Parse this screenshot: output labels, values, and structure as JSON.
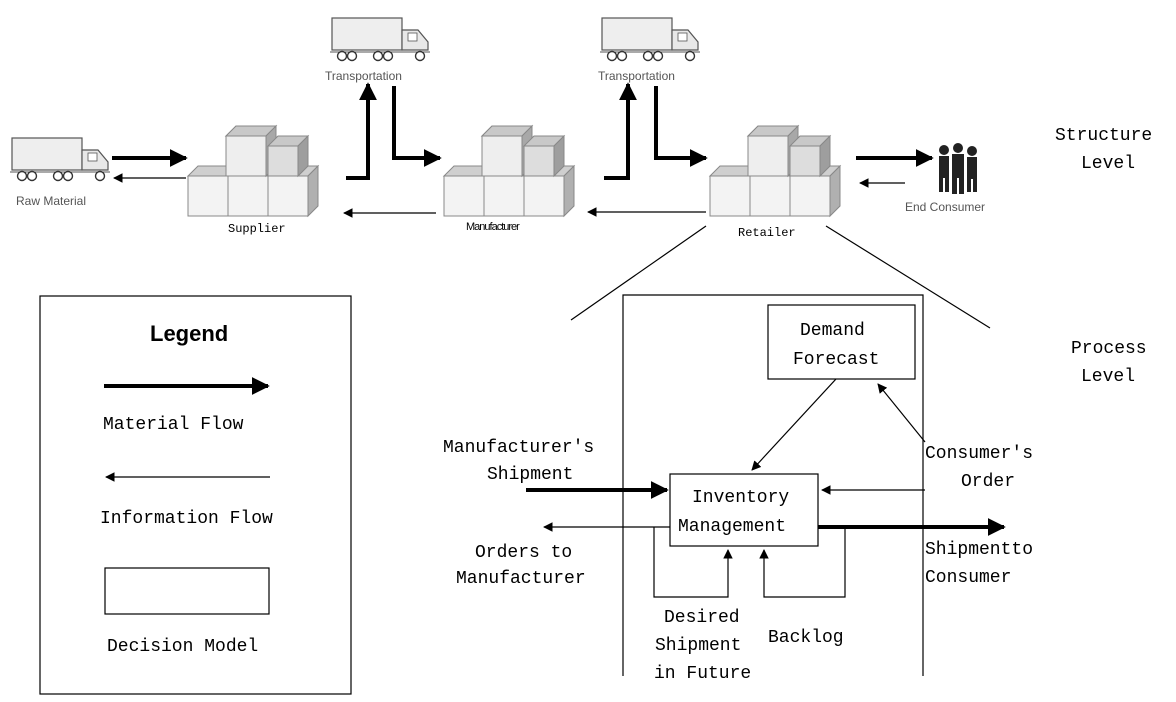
{
  "structure": {
    "raw_material": "Raw Material",
    "transportation_1": "Transportation",
    "transportation_2": "Transportation",
    "supplier": "Supplier",
    "manufacturer": "Manufacturer",
    "retailer": "Retailer",
    "end_consumer": "End Consumer"
  },
  "levels": {
    "structure_line1": "Structure",
    "structure_line2": "Level",
    "process_line1": "Process",
    "process_line2": "Level"
  },
  "legend": {
    "title": "Legend",
    "material_flow": "Material Flow",
    "information_flow": "Information Flow",
    "decision_model": "Decision Model"
  },
  "process": {
    "demand_forecast_line1": "Demand",
    "demand_forecast_line2": "Forecast",
    "inventory_line1": "Inventory",
    "inventory_line2": "Management",
    "manufacturers_shipment_line1": "Manufacturer's",
    "manufacturers_shipment_line2": "Shipment",
    "consumers_order_line1": "Consumer's",
    "consumers_order_line2": "Order",
    "orders_to_line1": "Orders to",
    "orders_to_line2": "Manufacturer",
    "shipment_to_line1": "Shipmentto",
    "shipment_to_line2": "Consumer",
    "desired_line1": "Desired",
    "desired_line2": "Shipment",
    "desired_line3": "in Future",
    "backlog": "Backlog"
  },
  "colors": {
    "ink": "#000000",
    "box_light": "#f2f2f2",
    "box_mid": "#d9d9d9",
    "box_dark": "#b3b3b3",
    "truck_fill": "#e6e6e6"
  },
  "icons": [
    "truck-icon",
    "boxes-icon",
    "consumers-icon"
  ]
}
